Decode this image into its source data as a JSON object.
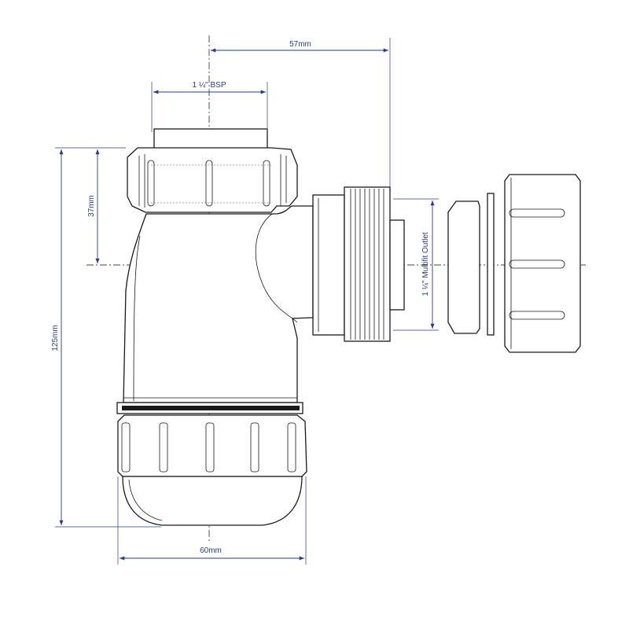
{
  "dimensions": {
    "top_offset": "57mm",
    "inlet_thread": "1 ¼\" BSP",
    "inlet_height": "37mm",
    "overall_height": "125mm",
    "outlet": "1 ¼\" Multifit Outlet",
    "width": "60mm"
  },
  "colors": {
    "dimension": "#2b3a8a",
    "outline": "#1a1a1a"
  }
}
